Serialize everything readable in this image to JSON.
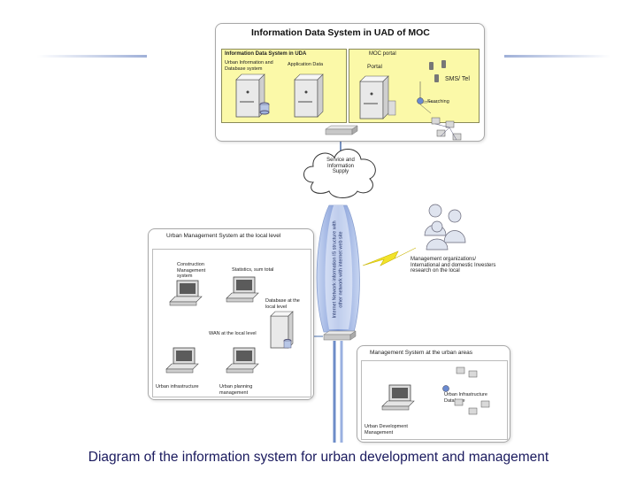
{
  "caption": "Diagram of the information system for urban development and management",
  "top": {
    "title": "Information Data System in UAD of MOC",
    "ids_box_title": "Information Data System in UDA",
    "urban_info_db": "Urban Information and Database system",
    "app_data": "Application Data",
    "moc_portal_title": "MOC portal",
    "portal": "Portal",
    "sms": "SMS/ Tel",
    "searching": "Searching"
  },
  "cloud": "Service and Information Supply",
  "tube": "Internet Network information IS structure with other network with internet web site",
  "local": {
    "title": "Urban Management System at the local level",
    "construction": "Construction Management system",
    "statistics": "Statistics, sum total",
    "database_local": "Database at the local level",
    "wan": "WAN at the local level",
    "infrastructure": "Urban infrastructure",
    "planning": "Urban planning management"
  },
  "orgs": "Management organizations/ International and domestic Investers research on the local",
  "urban_areas": {
    "title": "Management System at the urban areas",
    "infra_db": "Urban Infrastructure Database",
    "dev_mgmt": "Urban Development Management"
  },
  "colors": {
    "yellow_box": "#fbf9a8",
    "tube": "#9ab0e0",
    "caption": "#1a1a5e",
    "lightning": "#f2e32a"
  }
}
